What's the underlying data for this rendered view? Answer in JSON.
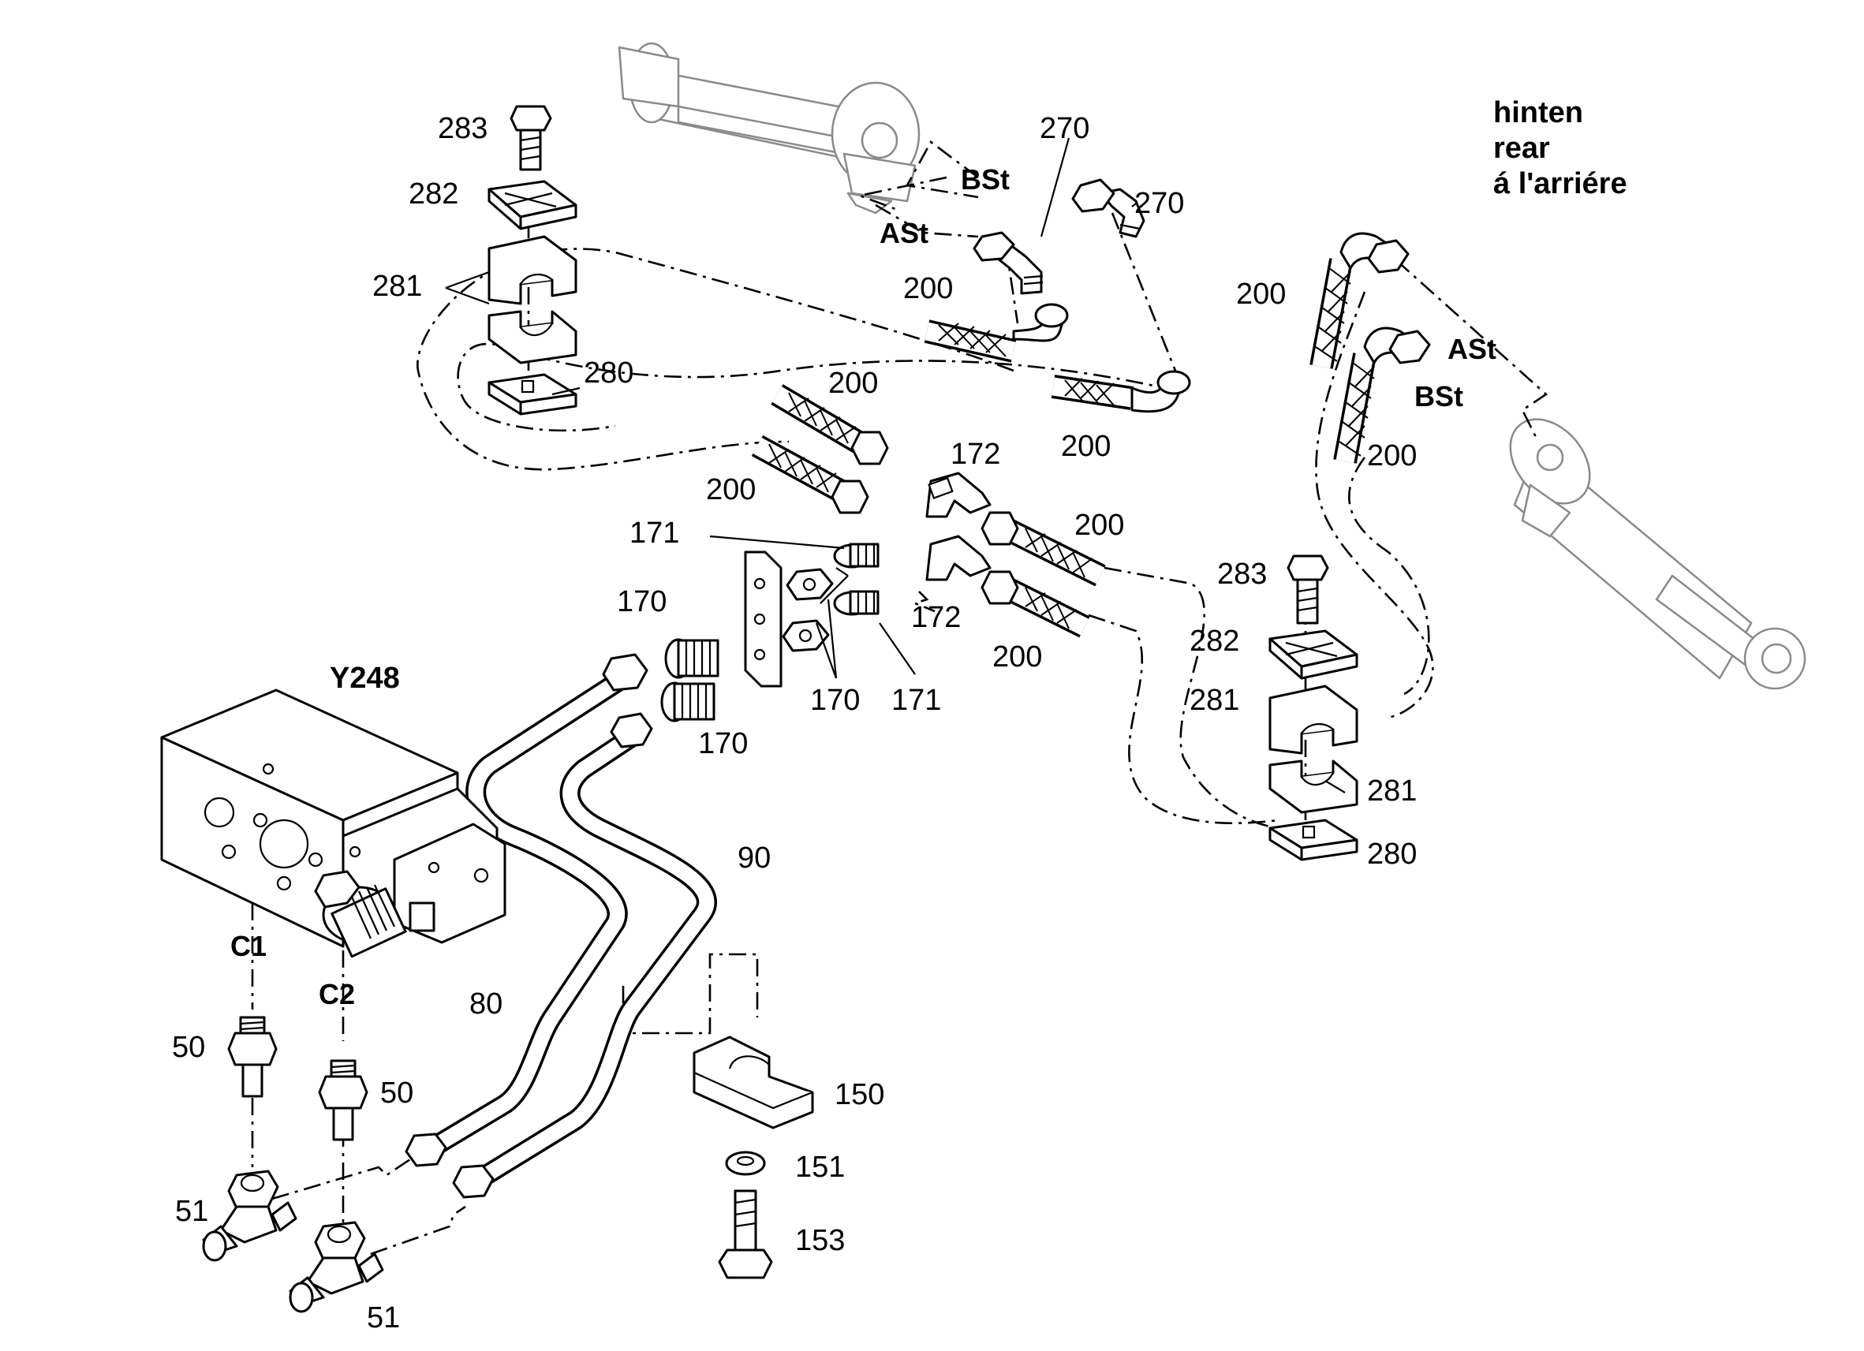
{
  "location_note": [
    "hinten",
    "rear",
    "á l'arriére"
  ],
  "valve_label": "Y248",
  "port_labels": {
    "c1": "C1",
    "c2": "C2"
  },
  "connection_labels": {
    "ast": "ASt",
    "bst": "BSt"
  },
  "callouts": {
    "p283_left": "283",
    "p282_left": "282",
    "p281_left": "281",
    "p280_left": "280",
    "p270_a": "270",
    "p270_b": "270",
    "p200_a": "200",
    "p200_b": "200",
    "p200_c": "200",
    "p200_d": "200",
    "p200_e": "200",
    "p200_f": "200",
    "p200_g": "200",
    "p200_h": "200",
    "p172_a": "172",
    "p172_b": "172",
    "p171_a": "171",
    "p171_b": "171",
    "p170_a": "170",
    "p170_b": "170",
    "p170_c": "170",
    "p283_right": "283",
    "p282_right": "282",
    "p281_right_a": "281",
    "p281_right_b": "281",
    "p280_right": "280",
    "p90": "90",
    "p80": "80",
    "p50_a": "50",
    "p50_b": "50",
    "p51_a": "51",
    "p51_b": "51",
    "p150": "150",
    "p151": "151",
    "p153": "153"
  }
}
